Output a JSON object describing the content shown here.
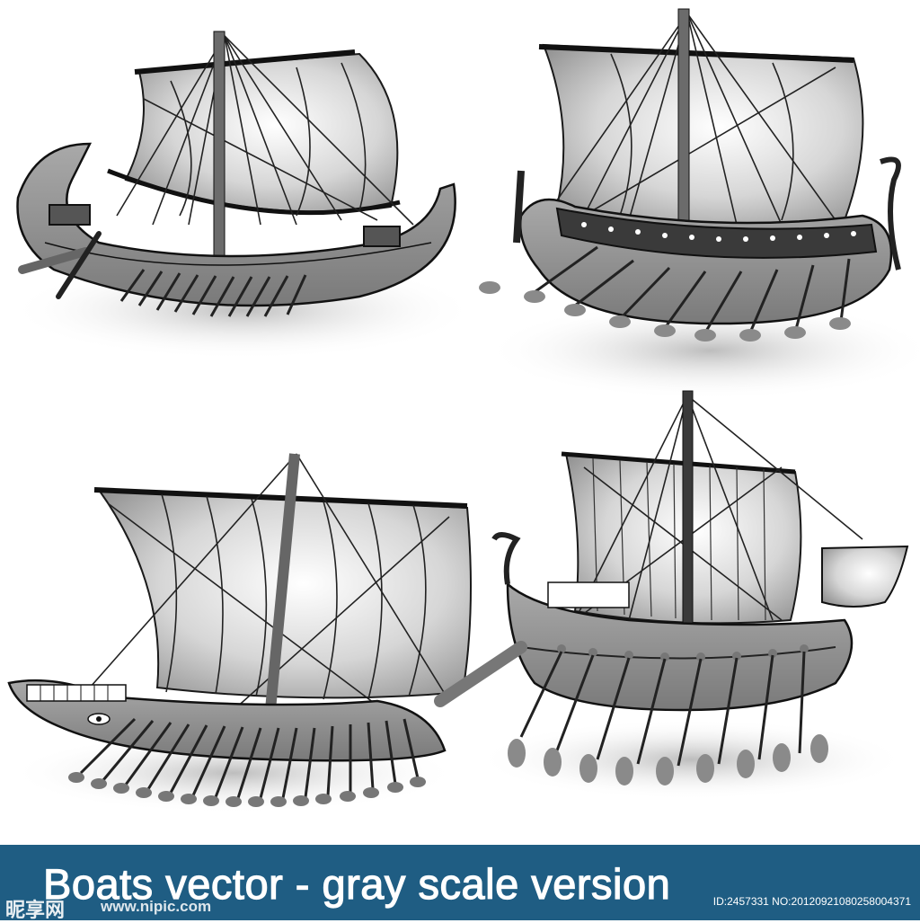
{
  "caption": "Boats vector - gray scale version",
  "watermark": {
    "site_logo": "昵享网",
    "url": "www.nipic.com",
    "id_text": "ID:2457331 NO:20120921080258004371"
  },
  "colors": {
    "banner": "#1f5d83",
    "hull": "#8c8c8c",
    "sail": "#d9d9d9",
    "line": "#1a1a1a"
  }
}
